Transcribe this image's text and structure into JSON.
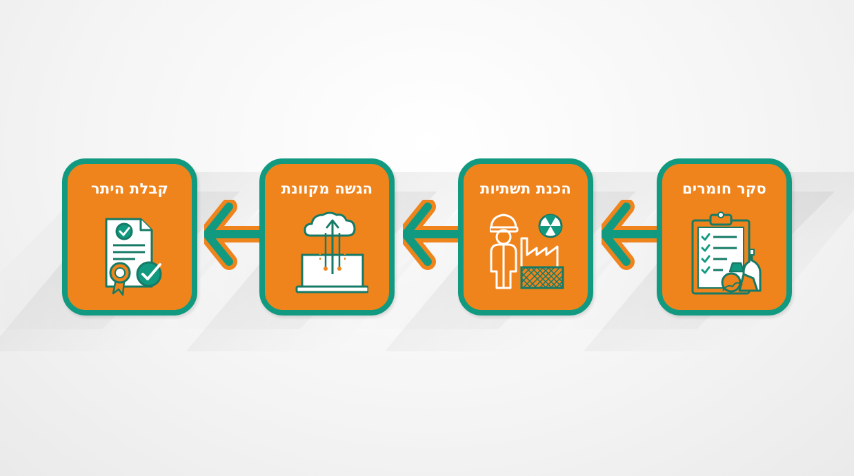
{
  "steps": [
    {
      "title": "קבלת היתר",
      "icon": "certificate-icon"
    },
    {
      "title": "הגשה מקוונת",
      "icon": "cloud-laptop-upload-icon"
    },
    {
      "title": "הכנת תשתיות",
      "icon": "worker-factory-icon"
    },
    {
      "title": "סקר חומרים",
      "icon": "clipboard-materials-icon"
    }
  ],
  "arrows": [
    "arrow-left-icon",
    "arrow-left-icon",
    "arrow-left-icon"
  ],
  "colors": {
    "orange": "#f0841c",
    "teal": "#129a80",
    "white": "#ffffff"
  }
}
